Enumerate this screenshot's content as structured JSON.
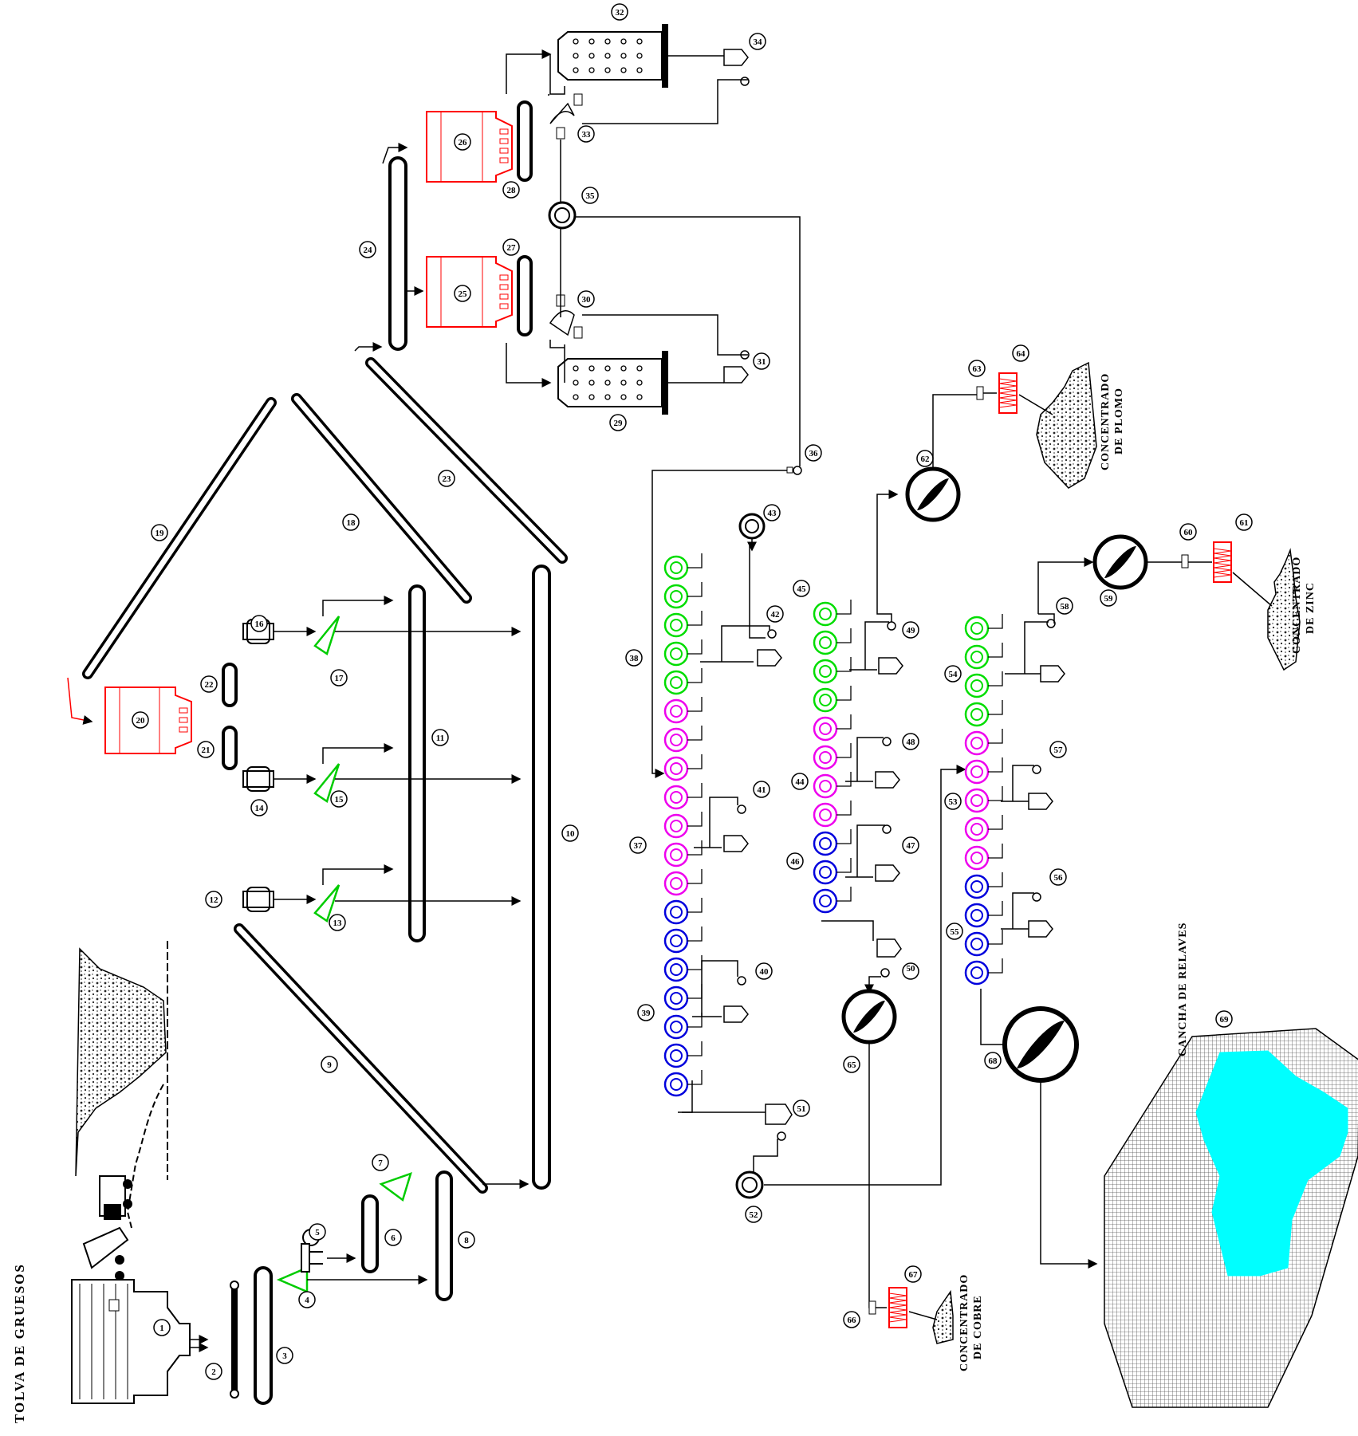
{
  "title": "TOLVA  DE  GRUESOS",
  "labels": {
    "copper": [
      "CONCENTRADO",
      "DE COBRE"
    ],
    "lead": [
      "CONCENTRADO",
      "DE PLOMO"
    ],
    "zinc": [
      "CONCENTRADO",
      "DE ZINC"
    ],
    "tailings": "CANCHA  DE  RELAVES"
  },
  "numbers": {
    "n1": "1",
    "n2": "2",
    "n3": "3",
    "n4": "4",
    "n5": "5",
    "n6": "6",
    "n7": "7",
    "n8": "8",
    "n9": "9",
    "n10": "10",
    "n11": "11",
    "n12": "12",
    "n13": "13",
    "n14": "14",
    "n15": "15",
    "n16": "16",
    "n17": "17",
    "n18": "18",
    "n19": "19",
    "n20": "20",
    "n21": "21",
    "n22": "22",
    "n23": "23",
    "n24": "24",
    "n25": "25",
    "n26": "26",
    "n27": "27",
    "n28": "28",
    "n29": "29",
    "n30": "30",
    "n31": "31",
    "n32": "32",
    "n33": "33",
    "n34": "34",
    "n35": "35",
    "n36": "36",
    "n37": "37",
    "n38": "38",
    "n39": "39",
    "n40": "40",
    "n41": "41",
    "n42": "42",
    "n43": "43",
    "n44": "44",
    "n45": "45",
    "n46": "46",
    "n47": "47",
    "n48": "48",
    "n49": "49",
    "n50": "50",
    "n51": "51",
    "n52": "52",
    "n53": "53",
    "n54": "54",
    "n55": "55",
    "n56": "56",
    "n57": "57",
    "n58": "58",
    "n59": "59",
    "n60": "60",
    "n61": "61",
    "n62": "62",
    "n63": "63",
    "n64": "64",
    "n65": "65",
    "n66": "66",
    "n67": "67",
    "n68": "68",
    "n69": "69"
  },
  "colors": {
    "line": "#000000",
    "bin": "#ff0000",
    "screen": "#00cc00",
    "flot_rougher": "#0000dd",
    "flot_scav": "#ee00ee",
    "flot_clean": "#00dd00",
    "pond": "#00ffff"
  }
}
